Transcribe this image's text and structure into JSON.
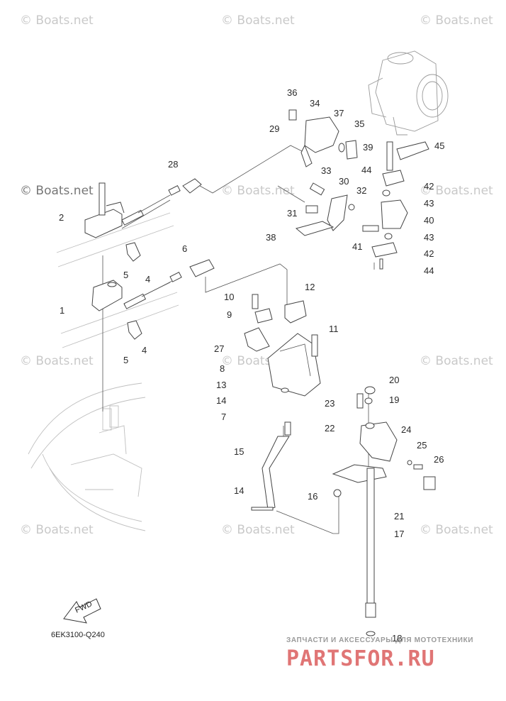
{
  "watermark": "© Boats.net",
  "diagram_code": "6EK3100-Q240",
  "fwd_label": "FWD",
  "promo": {
    "tagline": "ЗАПЧАСТИ И АКСЕССУАРЫ ДЛЯ МОТОТЕХНИКИ",
    "brand": "PARTSFOR.RU"
  },
  "callouts": [
    "1",
    "2",
    "4",
    "4",
    "5",
    "5",
    "6",
    "7",
    "8",
    "9",
    "10",
    "11",
    "12",
    "13",
    "14",
    "14",
    "15",
    "16",
    "17",
    "18",
    "19",
    "20",
    "21",
    "22",
    "23",
    "24",
    "25",
    "26",
    "27",
    "28",
    "29",
    "30",
    "31",
    "32",
    "33",
    "34",
    "35",
    "36",
    "37",
    "38",
    "39",
    "40",
    "41",
    "42",
    "42",
    "43",
    "43",
    "44",
    "44",
    "45"
  ]
}
